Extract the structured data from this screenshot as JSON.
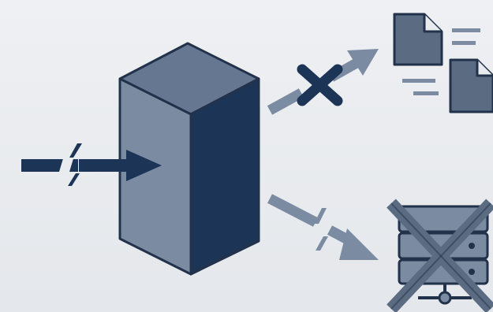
{
  "diagram": {
    "elements": [
      {
        "name": "server-block",
        "kind": "block"
      },
      {
        "name": "incoming-arrow",
        "kind": "arrow",
        "state": "broken"
      },
      {
        "name": "outgoing-arrow-documents",
        "kind": "arrow",
        "state": "blocked"
      },
      {
        "name": "documents-icon",
        "kind": "icon",
        "icon": "documents-icon"
      },
      {
        "name": "outgoing-arrow-database",
        "kind": "arrow",
        "state": "broken"
      },
      {
        "name": "database-server-icon",
        "kind": "icon",
        "icon": "database-server-icon",
        "state": "crossed-out"
      }
    ],
    "colors": {
      "background": "#e9ecef",
      "navy": "#1c3557",
      "slate": "#5a6b82",
      "slate_light": "#7b8ba2",
      "outline": "#22324a"
    }
  }
}
